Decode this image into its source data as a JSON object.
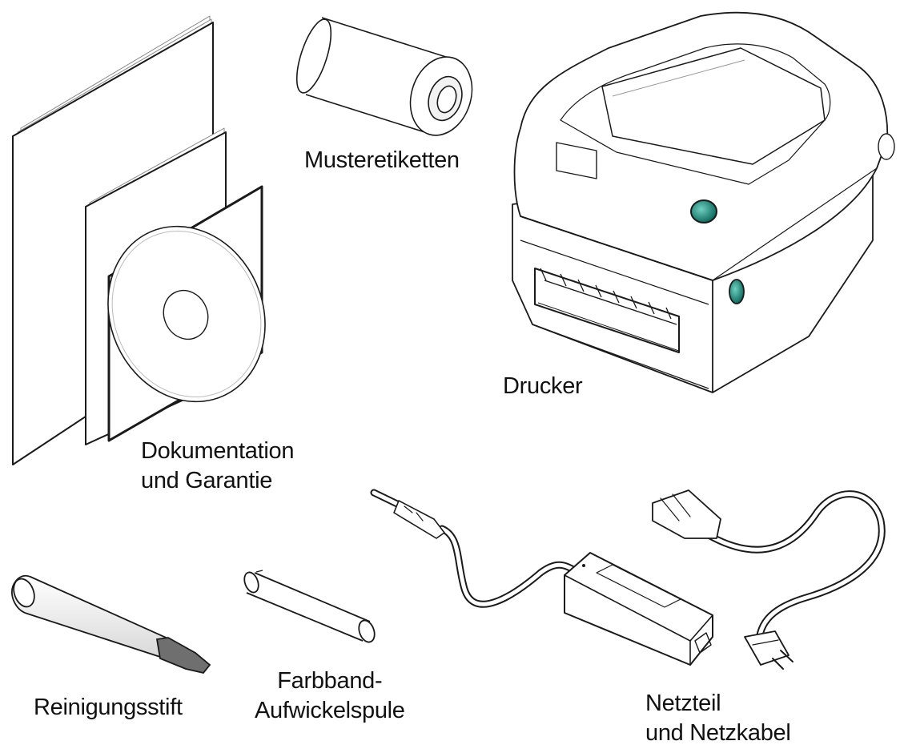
{
  "labels": {
    "sample_labels": "Musteretiketten",
    "printer": "Drucker",
    "documentation": {
      "line1": "Dokumentation",
      "line2": "und Garantie"
    },
    "cleaning_pen": "Reinigungsstift",
    "ribbon_spool": {
      "line1": "Farbband-",
      "line2": "Aufwickelspule"
    },
    "power_supply": {
      "line1": "Netzteil",
      "line2": "und Netzkabel"
    }
  },
  "colors": {
    "line": "#1a1a1a",
    "printer_button": "#1f8a7a",
    "pen_tip": "#6f6f6f"
  }
}
